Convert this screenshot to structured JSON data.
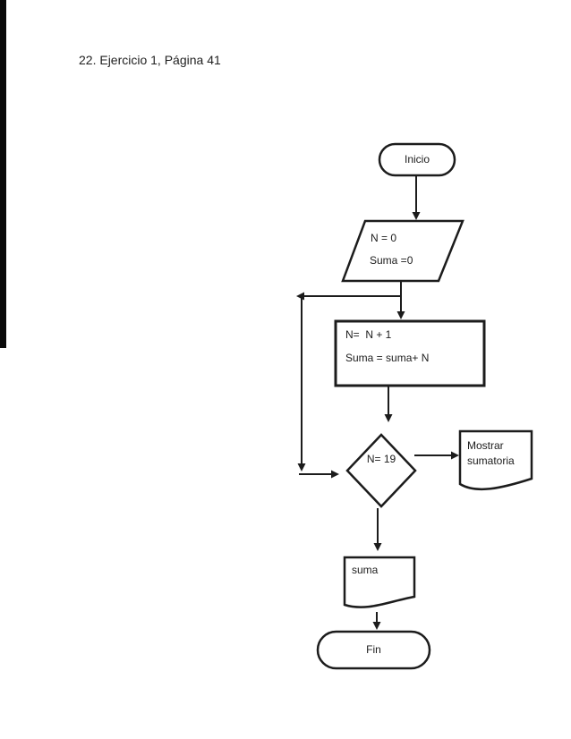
{
  "page": {
    "title": "22. Ejercicio 1, Página 41",
    "background_color": "#ffffff",
    "ink_color": "#1c1c1c"
  },
  "flowchart": {
    "nodes": {
      "inicio": {
        "type": "terminator",
        "label": "Inicio"
      },
      "inicializacion": {
        "type": "data-parallelogram",
        "line1": "N = 0",
        "line2": "Suma =0"
      },
      "proceso": {
        "type": "process-rectangle",
        "line1": "N=  N + 1",
        "line2": "Suma = suma+ N"
      },
      "decision": {
        "type": "decision-diamond",
        "label": "N= 19"
      },
      "mostrar": {
        "type": "document",
        "line1": "Mostrar",
        "line2": "sumatoria"
      },
      "salida_suma": {
        "type": "document",
        "label": "suma"
      },
      "fin": {
        "type": "terminator",
        "label": "Fin"
      }
    },
    "edges": [
      {
        "from": "inicio",
        "to": "inicializacion"
      },
      {
        "from": "inicializacion",
        "to": "proceso"
      },
      {
        "from": "proceso",
        "to": "decision"
      },
      {
        "from": "decision",
        "to": "mostrar"
      },
      {
        "from": "decision",
        "to": "salida_suma"
      },
      {
        "from": "salida_suma",
        "to": "fin"
      },
      {
        "from": "proceso-branch",
        "to": "decision",
        "note": "loop-back line on left side"
      }
    ]
  }
}
